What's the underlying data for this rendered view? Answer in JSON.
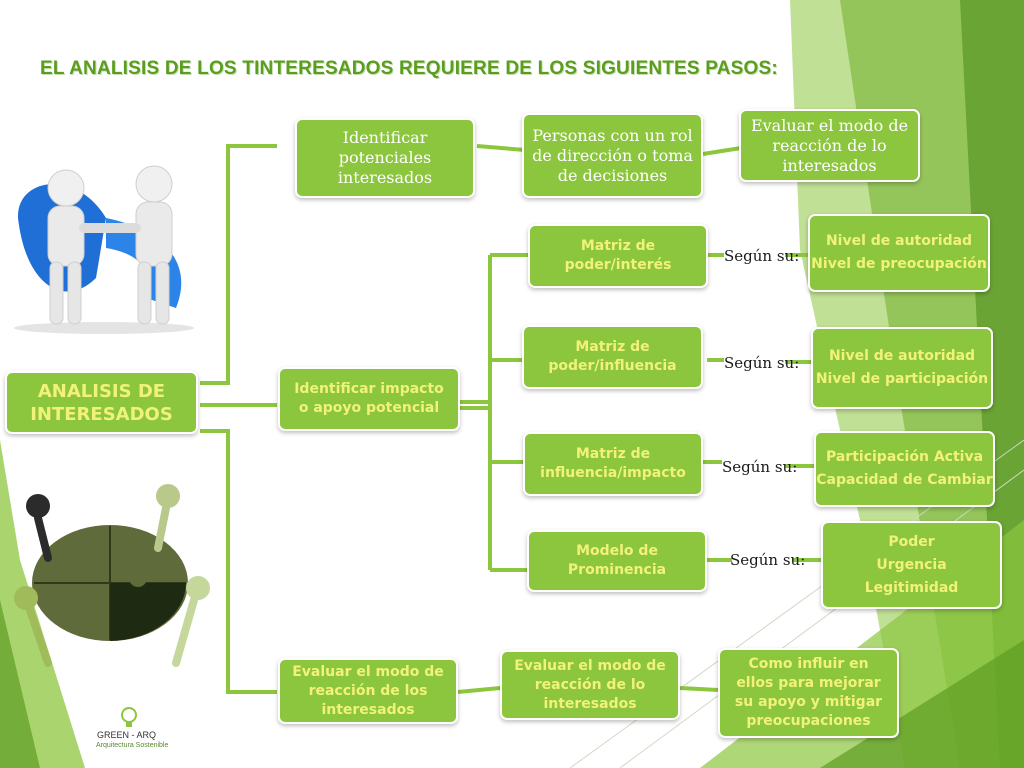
{
  "title": "EL ANALISIS DE LOS TINTERESADOS REQUIERE DE LOS SIGUIENTES PASOS:",
  "colors": {
    "box_green": "#8cc63e",
    "bold_text": "#f2f27a",
    "title_green": "#5a9e1e",
    "connector": "#8cc63e",
    "decor_green": "#7cbb3a"
  },
  "root": "ANALISIS DE INTERESADOS",
  "branch1": {
    "step1": "Identificar potenciales interesados",
    "step2": "Personas con un rol de dirección o toma de decisiones",
    "step3": "Evaluar el modo de reacción de lo interesados"
  },
  "branch2": {
    "label": "Identificar impacto o apoyo potencial",
    "models": [
      {
        "name": "Matriz de poder/interés",
        "connector": "Según su:",
        "results": [
          "Nivel de autoridad",
          "Nivel de preocupación"
        ]
      },
      {
        "name": "Matriz de poder/influencia",
        "connector": "Según su:",
        "results": [
          "Nivel  de autoridad",
          "Nivel de participación"
        ]
      },
      {
        "name": "Matriz de influencia/impacto",
        "connector": "Según su:",
        "results": [
          "Participación Activa",
          "Capacidad de Cambiar"
        ]
      },
      {
        "name": "Modelo de Prominencia",
        "connector": "Según su:",
        "results": [
          "Poder",
          "Urgencia",
          "Legitimidad"
        ]
      }
    ]
  },
  "branch3": {
    "step1": "Evaluar el modo de reacción de los interesados",
    "step2": "Evaluar el modo de reacción de lo interesados",
    "step3": "Como influir en ellos para mejorar su apoyo y mitigar preocupaciones"
  },
  "images": {
    "top": "handshake-figures-illustration",
    "bottom": "puzzle-figures-illustration",
    "logo": "green-arq-logo"
  },
  "logo": {
    "name": "GREEN - ARQ",
    "tagline": "Arquitectura Sostenible"
  }
}
